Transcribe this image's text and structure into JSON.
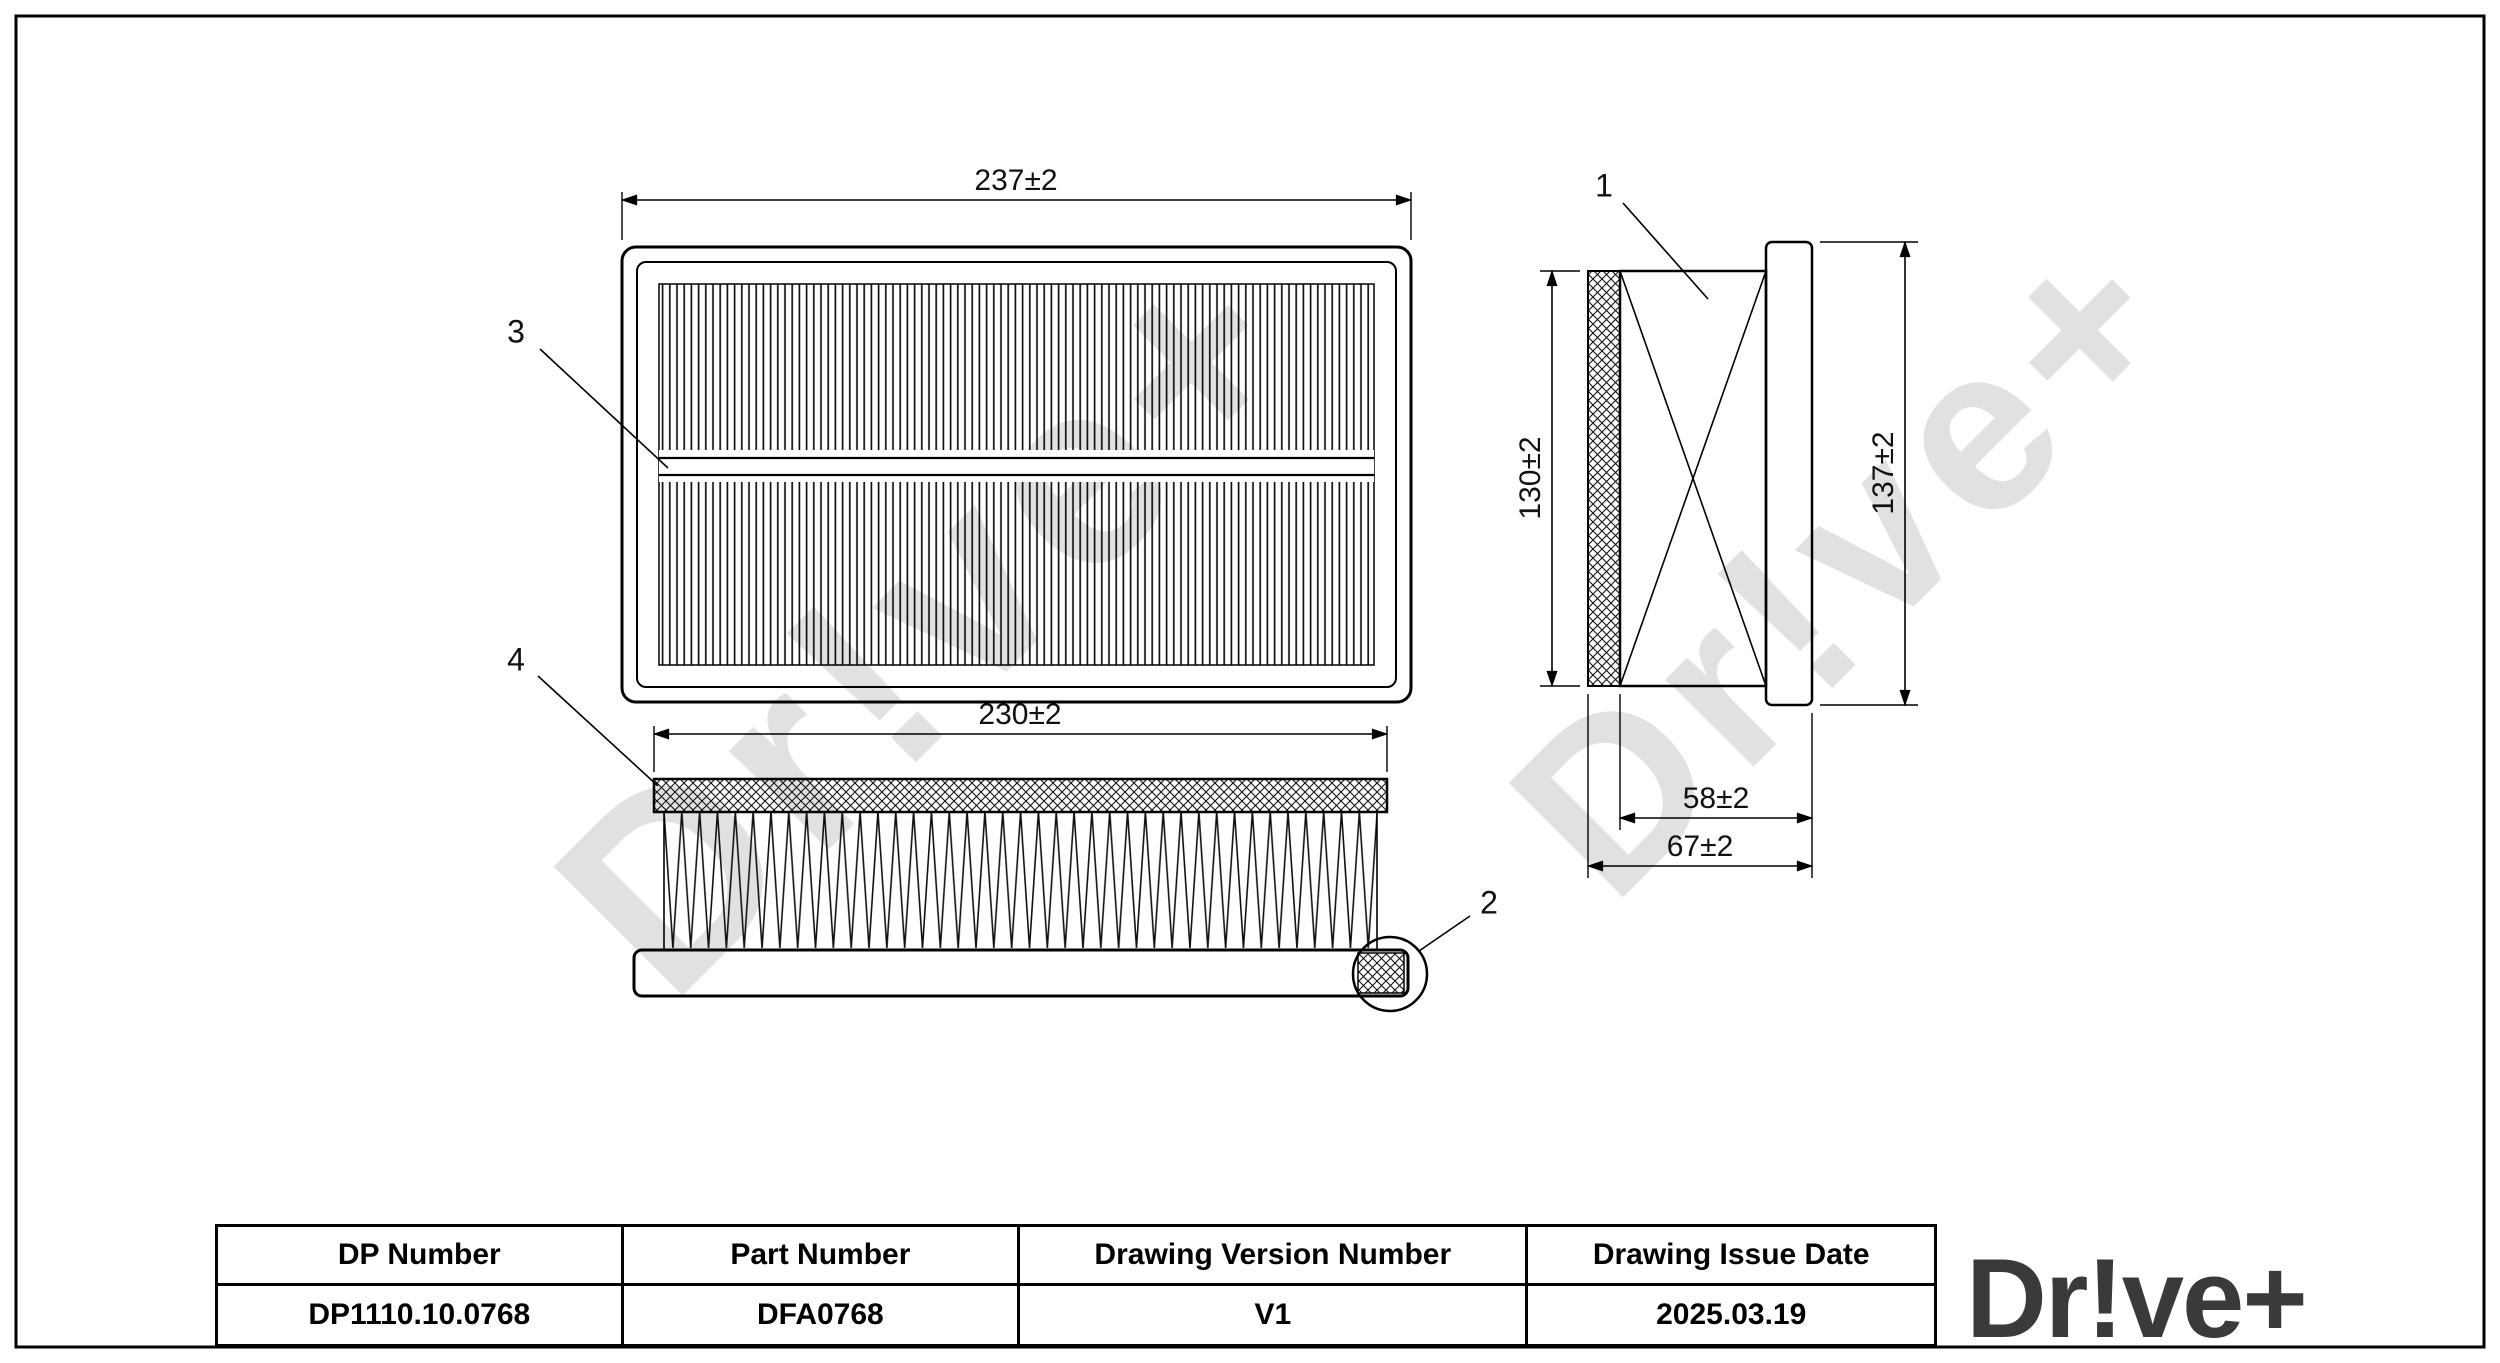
{
  "sheet": {
    "background": "#ffffff",
    "line_color": "#000000"
  },
  "watermark": {
    "text": "Dr!ve+"
  },
  "dimensions": {
    "top_width": "237±2",
    "seal_width": "230±2",
    "media_height": "130±2",
    "overall_height": "137±2",
    "media_depth": "58±2",
    "overall_depth": "67±2"
  },
  "callouts": {
    "c1": "1",
    "c2": "2",
    "c3": "3",
    "c4": "4"
  },
  "title_block": {
    "headers": [
      "DP Number",
      "Part Number",
      "Drawing Version Number",
      "Drawing Issue Date"
    ],
    "values": [
      "DP1110.10.0768",
      "DFA0768",
      "V1",
      "2025.03.19"
    ]
  },
  "logo": {
    "text": "Dr!ve+"
  }
}
